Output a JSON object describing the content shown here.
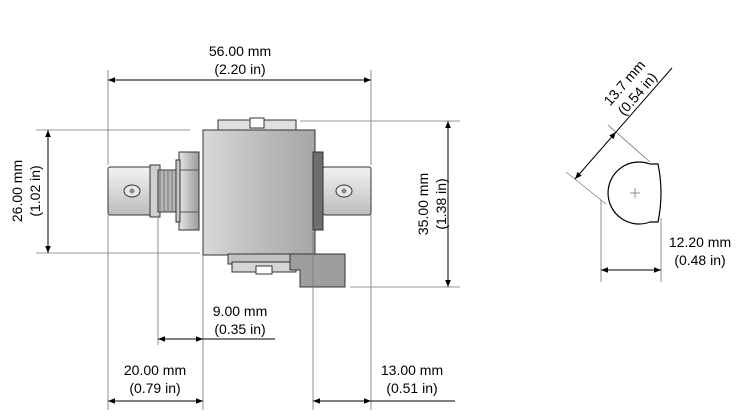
{
  "dimensions": {
    "overall_length": {
      "mm": "56.00 mm",
      "in": "(2.20 in)"
    },
    "overall_height": {
      "mm": "26.00 mm",
      "in": "(1.02 in)"
    },
    "body_height": {
      "mm": "35.00 mm",
      "in": "(1.38 in)"
    },
    "thread_length": {
      "mm": "9.00 mm",
      "in": "(0.35 in)"
    },
    "left_offset": {
      "mm": "20.00 mm",
      "in": "(0.79 in)"
    },
    "right_offset": {
      "mm": "13.00 mm",
      "in": "(0.51 in)"
    },
    "side_width": {
      "mm": "12.20 mm",
      "in": "(0.48 in)"
    },
    "side_diagonal": {
      "mm": "13.7 mm",
      "in": "(0.54 in)"
    }
  },
  "colors": {
    "body": "#bdbdbd",
    "body_dark": "#8c8c8c",
    "connector": "#d9d9d9",
    "bracket": "#a8a8a8"
  }
}
